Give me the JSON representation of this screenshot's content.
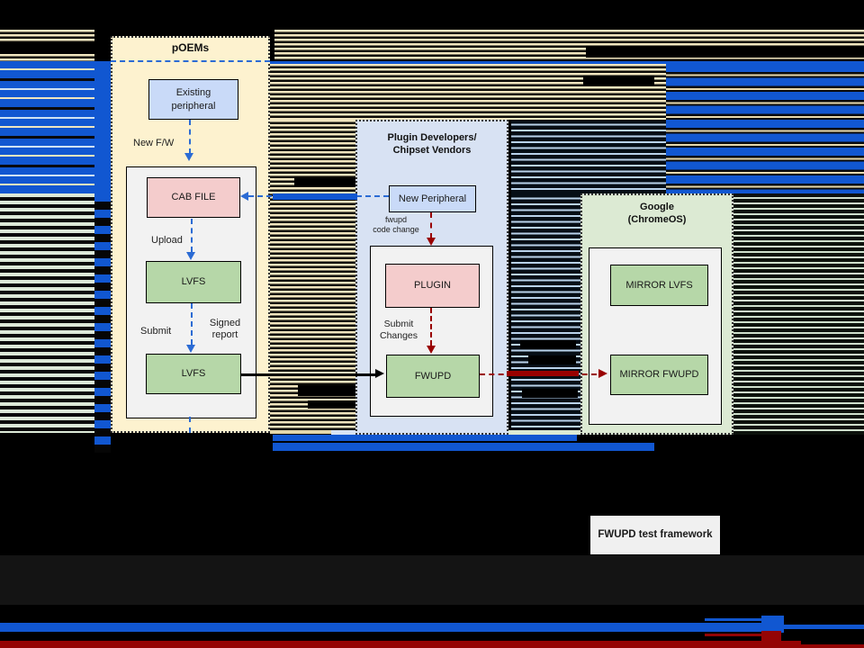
{
  "groups": {
    "poems": {
      "title": "pOEMs"
    },
    "plugin_developers": {
      "title": "Plugin Developers/\nChipset Vendors"
    },
    "google": {
      "title": "Google\n(ChromeOS)"
    }
  },
  "nodes": {
    "existing_peripheral": "Existing\nperipheral",
    "cab_file": "CAB FILE",
    "lvfs_upper": "LVFS",
    "lvfs_lower": "LVFS",
    "new_peripheral": "New Peripheral",
    "plugin": "PLUGIN",
    "fwupd": "FWUPD",
    "mirror_lvfs": "MIRROR LVFS",
    "mirror_fwupd": "MIRROR FWUPD",
    "fwupd_test_framework": "FWUPD test framework"
  },
  "edge_labels": {
    "new_fw": "New F/W",
    "upload": "Upload",
    "submit": "Submit",
    "signed_report": "Signed\nreport",
    "fwupd_code_change": "fwupd\ncode change",
    "submit_changes": "Submit\nChanges"
  },
  "colors": {
    "glitch_blue": "#1157d1",
    "glitch_red": "#940404",
    "arrow_blue": "#2b6bd4",
    "arrow_red": "#990000",
    "group_yellow": "#fdf2cf",
    "group_blue": "#d8e2f3",
    "group_green": "#dcead3",
    "node_blue": "#c9daf8",
    "node_pink": "#f4cccc",
    "node_green": "#b6d7a8",
    "inner_gray": "#f2f2f2"
  }
}
